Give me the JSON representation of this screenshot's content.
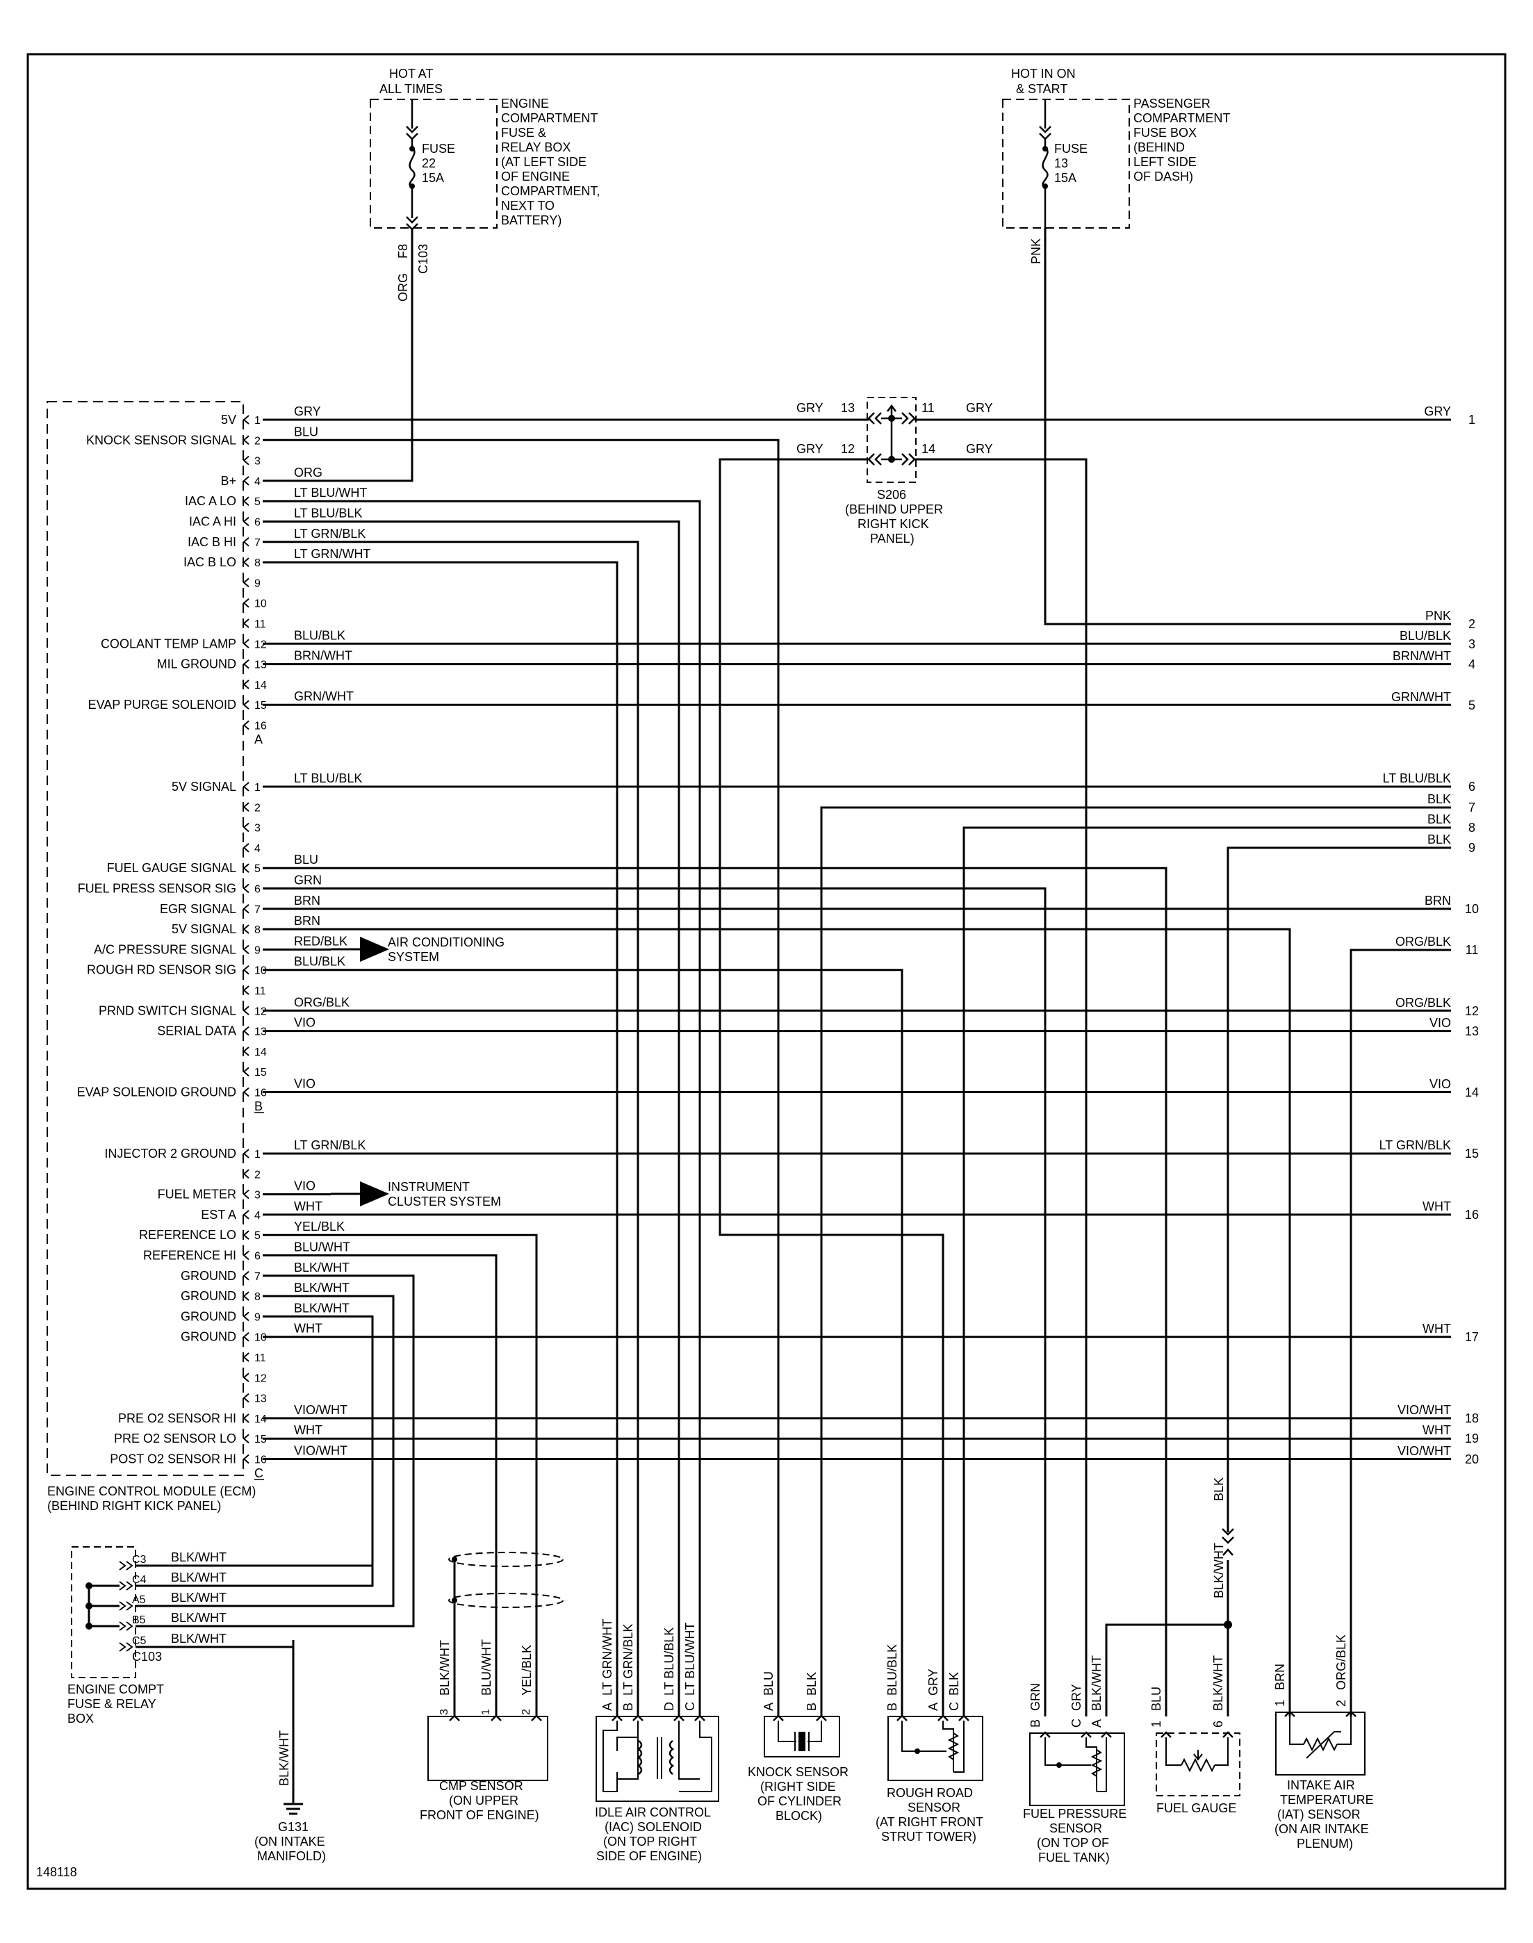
{
  "diagram_id": "148118",
  "ecm": {
    "name": "ENGINE CONTROL MODULE (ECM)",
    "location": "(BEHIND RIGHT KICK PANEL)",
    "connectors": {
      "A": {
        "letter": "A",
        "pins": [
          {
            "pin": "1",
            "label": "5V",
            "wire": "GRY"
          },
          {
            "pin": "2",
            "label": "KNOCK SENSOR SIGNAL",
            "wire": "BLU"
          },
          {
            "pin": "3",
            "label": "",
            "wire": ""
          },
          {
            "pin": "4",
            "label": "B+",
            "wire": "ORG"
          },
          {
            "pin": "5",
            "label": "IAC A LO",
            "wire": "LT BLU/WHT"
          },
          {
            "pin": "6",
            "label": "IAC A HI",
            "wire": "LT BLU/BLK"
          },
          {
            "pin": "7",
            "label": "IAC B HI",
            "wire": "LT GRN/BLK"
          },
          {
            "pin": "8",
            "label": "IAC B LO",
            "wire": "LT GRN/WHT"
          },
          {
            "pin": "9",
            "label": "",
            "wire": ""
          },
          {
            "pin": "10",
            "label": "",
            "wire": ""
          },
          {
            "pin": "11",
            "label": "",
            "wire": ""
          },
          {
            "pin": "12",
            "label": "COOLANT TEMP LAMP",
            "wire": "BLU/BLK"
          },
          {
            "pin": "13",
            "label": "MIL GROUND",
            "wire": "BRN/WHT"
          },
          {
            "pin": "14",
            "label": "",
            "wire": ""
          },
          {
            "pin": "15",
            "label": "EVAP PURGE SOLENOID",
            "wire": "GRN/WHT"
          },
          {
            "pin": "16",
            "label": "",
            "wire": ""
          }
        ]
      },
      "B": {
        "letter": "B",
        "pins": [
          {
            "pin": "1",
            "label": "5V SIGNAL",
            "wire": "LT BLU/BLK"
          },
          {
            "pin": "2",
            "label": "",
            "wire": ""
          },
          {
            "pin": "3",
            "label": "",
            "wire": ""
          },
          {
            "pin": "4",
            "label": "",
            "wire": ""
          },
          {
            "pin": "5",
            "label": "FUEL GAUGE SIGNAL",
            "wire": "BLU"
          },
          {
            "pin": "6",
            "label": "FUEL PRESS SENSOR SIG",
            "wire": "GRN"
          },
          {
            "pin": "7",
            "label": "EGR SIGNAL",
            "wire": "BRN"
          },
          {
            "pin": "8",
            "label": "5V SIGNAL",
            "wire": "BRN"
          },
          {
            "pin": "9",
            "label": "A/C PRESSURE SIGNAL",
            "wire": "RED/BLK"
          },
          {
            "pin": "10",
            "label": "ROUGH RD SENSOR SIG",
            "wire": "BLU/BLK"
          },
          {
            "pin": "11",
            "label": "",
            "wire": ""
          },
          {
            "pin": "12",
            "label": "PRND SWITCH SIGNAL",
            "wire": "ORG/BLK"
          },
          {
            "pin": "13",
            "label": "SERIAL DATA",
            "wire": "VIO"
          },
          {
            "pin": "14",
            "label": "",
            "wire": ""
          },
          {
            "pin": "15",
            "label": "",
            "wire": ""
          },
          {
            "pin": "16",
            "label": "EVAP SOLENOID GROUND",
            "wire": "VIO"
          }
        ]
      },
      "C": {
        "letter": "C",
        "pins": [
          {
            "pin": "1",
            "label": "INJECTOR 2 GROUND",
            "wire": "LT GRN/BLK"
          },
          {
            "pin": "2",
            "label": "",
            "wire": ""
          },
          {
            "pin": "3",
            "label": "FUEL METER",
            "wire": "VIO"
          },
          {
            "pin": "4",
            "label": "EST A",
            "wire": "WHT"
          },
          {
            "pin": "5",
            "label": "REFERENCE LO",
            "wire": "YEL/BLK"
          },
          {
            "pin": "6",
            "label": "REFERENCE HI",
            "wire": "BLU/WHT"
          },
          {
            "pin": "7",
            "label": "GROUND",
            "wire": "BLK/WHT"
          },
          {
            "pin": "8",
            "label": "GROUND",
            "wire": "BLK/WHT"
          },
          {
            "pin": "9",
            "label": "GROUND",
            "wire": "BLK/WHT"
          },
          {
            "pin": "10",
            "label": "GROUND",
            "wire": "WHT"
          },
          {
            "pin": "11",
            "label": "",
            "wire": ""
          },
          {
            "pin": "12",
            "label": "",
            "wire": ""
          },
          {
            "pin": "13",
            "label": "",
            "wire": ""
          },
          {
            "pin": "14",
            "label": "PRE O2 SENSOR HI",
            "wire": "VIO/WHT"
          },
          {
            "pin": "15",
            "label": "PRE O2 SENSOR LO",
            "wire": "WHT"
          },
          {
            "pin": "16",
            "label": "POST O2 SENSOR HI",
            "wire": "VIO/WHT"
          }
        ]
      }
    }
  },
  "fuse_boxes": {
    "engine": {
      "hot_label": [
        "HOT AT",
        "ALL TIMES"
      ],
      "box_label": [
        "ENGINE",
        "COMPARTMENT",
        "FUSE &",
        "RELAY BOX",
        "(AT LEFT SIDE",
        "OF ENGINE",
        "COMPARTMENT,",
        "NEXT TO",
        "BATTERY)"
      ],
      "fuse": [
        "FUSE",
        "22",
        "15A"
      ],
      "pin": "F8",
      "connector": "C103",
      "wire": "ORG"
    },
    "passenger": {
      "hot_label": [
        "HOT IN ON",
        "& START"
      ],
      "box_label": [
        "PASSENGER",
        "COMPARTMENT",
        "FUSE BOX",
        "(BEHIND",
        "LEFT SIDE",
        "OF DASH)"
      ],
      "fuse": [
        "FUSE",
        "13",
        "15A"
      ],
      "wire": "PNK"
    }
  },
  "splice": {
    "name": "S206",
    "location": [
      "(BEHIND UPPER",
      "RIGHT KICK",
      "PANEL)"
    ],
    "pins": [
      "13",
      "11",
      "12",
      "14"
    ],
    "wires": [
      "GRY",
      "GRY",
      "GRY",
      "GRY"
    ]
  },
  "right_edge": [
    {
      "num": "1",
      "wire": "GRY"
    },
    {
      "num": "2",
      "wire": "PNK"
    },
    {
      "num": "3",
      "wire": "BLU/BLK"
    },
    {
      "num": "4",
      "wire": "BRN/WHT"
    },
    {
      "num": "5",
      "wire": "GRN/WHT"
    },
    {
      "num": "6",
      "wire": "LT BLU/BLK"
    },
    {
      "num": "7",
      "wire": "BLK"
    },
    {
      "num": "8",
      "wire": "BLK"
    },
    {
      "num": "9",
      "wire": "BLK"
    },
    {
      "num": "10",
      "wire": "BRN"
    },
    {
      "num": "11",
      "wire": "ORG/BLK"
    },
    {
      "num": "12",
      "wire": "ORG/BLK"
    },
    {
      "num": "13",
      "wire": "VIO"
    },
    {
      "num": "14",
      "wire": "VIO"
    },
    {
      "num": "15",
      "wire": "LT GRN/BLK"
    },
    {
      "num": "16",
      "wire": "WHT"
    },
    {
      "num": "17",
      "wire": "WHT"
    },
    {
      "num": "18",
      "wire": "VIO/WHT"
    },
    {
      "num": "19",
      "wire": "WHT"
    },
    {
      "num": "20",
      "wire": "VIO/WHT"
    }
  ],
  "arrows": {
    "ac": [
      "AIR CONDITIONING",
      "SYSTEM"
    ],
    "ic": [
      "INSTRUMENT",
      "CLUSTER SYSTEM"
    ]
  },
  "relay_box_bottom": {
    "pins": [
      {
        "pin": "C3",
        "wire": "BLK/WHT"
      },
      {
        "pin": "C4",
        "wire": "BLK/WHT"
      },
      {
        "pin": "A5",
        "wire": "BLK/WHT"
      },
      {
        "pin": "B5",
        "wire": "BLK/WHT"
      },
      {
        "pin": "C5",
        "wire": "BLK/WHT"
      }
    ],
    "connector": "C103",
    "label": [
      "ENGINE COMPT",
      "FUSE & RELAY",
      "BOX"
    ]
  },
  "ground": {
    "wire": "BLK/WHT",
    "label": [
      "G131",
      "(ON INTAKE",
      "MANIFOLD)"
    ]
  },
  "components": {
    "cmp": {
      "label": [
        "CMP SENSOR",
        "(ON UPPER",
        "FRONT OF ENGINE)"
      ],
      "pins": [
        {
          "pin": "3",
          "wire": "BLK/WHT"
        },
        {
          "pin": "1",
          "wire": "BLU/WHT"
        },
        {
          "pin": "2",
          "wire": "YEL/BLK"
        }
      ]
    },
    "iac": {
      "label": [
        "IDLE AIR CONTROL",
        "(IAC) SOLENOID",
        "(ON TOP RIGHT",
        "SIDE OF ENGINE)"
      ],
      "pins": [
        {
          "pin": "A",
          "wire": "LT GRN/WHT"
        },
        {
          "pin": "B",
          "wire": "LT GRN/BLK"
        },
        {
          "pin": "D",
          "wire": "LT BLU/BLK"
        },
        {
          "pin": "C",
          "wire": "LT BLU/WHT"
        }
      ]
    },
    "knock": {
      "label": [
        "KNOCK SENSOR",
        "(RIGHT SIDE",
        "OF CYLINDER",
        "BLOCK)"
      ],
      "pins": [
        {
          "pin": "A",
          "wire": "BLU"
        },
        {
          "pin": "B",
          "wire": "BLK"
        }
      ]
    },
    "rough": {
      "label": [
        "ROUGH ROAD",
        "SENSOR",
        "(AT RIGHT FRONT",
        "STRUT TOWER)"
      ],
      "pins": [
        {
          "pin": "B",
          "wire": "BLU/BLK"
        },
        {
          "pin": "A",
          "wire": "GRY"
        },
        {
          "pin": "C",
          "wire": "BLK"
        }
      ]
    },
    "fuelpress": {
      "label": [
        "FUEL PRESSURE",
        "SENSOR",
        "(ON TOP OF",
        "FUEL TANK)"
      ],
      "pins": [
        {
          "pin": "B",
          "wire": "GRN"
        },
        {
          "pin": "C",
          "wire": "GRY"
        },
        {
          "pin": "A",
          "wire": "BLK/WHT"
        }
      ]
    },
    "gauge": {
      "label": [
        "FUEL GAUGE"
      ],
      "pins": [
        {
          "pin": "1",
          "wire": "BLU"
        },
        {
          "pin": "6",
          "wire": "BLK/WHT"
        }
      ],
      "upper_wires": [
        "BLK",
        "BLK/WHT"
      ]
    },
    "iat": {
      "label": [
        "INTAKE AIR",
        "TEMPERATURE",
        "(IAT) SENSOR",
        "(ON AIR INTAKE",
        "PLENUM)"
      ],
      "pins": [
        {
          "pin": "1",
          "wire": "BRN"
        },
        {
          "pin": "2",
          "wire": "ORG/BLK"
        }
      ]
    }
  }
}
